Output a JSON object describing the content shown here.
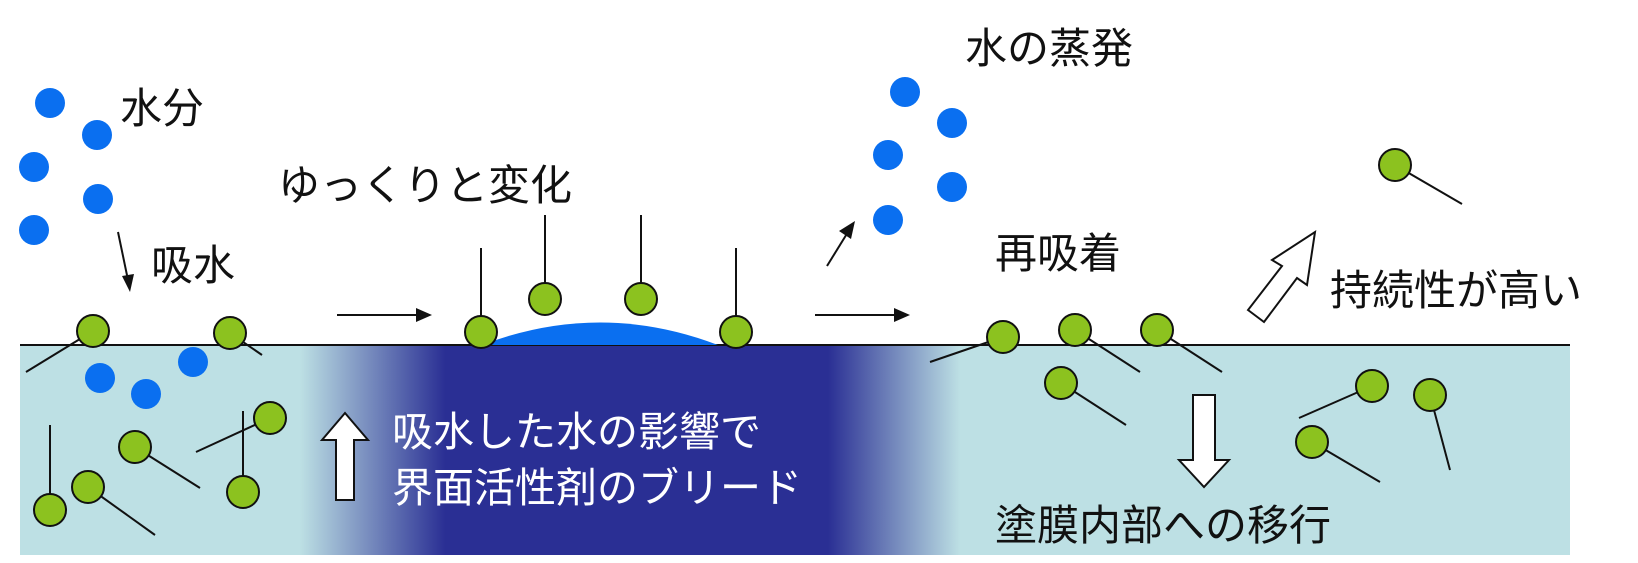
{
  "labels": {
    "water": "水分",
    "absorption": "吸水",
    "slow_change": "ゆっくりと変化",
    "evaporation": "水の蒸発",
    "readsorption": "再吸着",
    "high_durability": "持続性が高い",
    "migration": "塗膜内部への移行",
    "bleed_line1": "吸水した水の影響で",
    "bleed_line2": "界面活性剤のブリード"
  },
  "colors": {
    "film": "#bde0e4",
    "bleed_band": "#2a2f94",
    "water_drop": "#0a6ff0",
    "surfactant_head": "#8cc21f",
    "outline": "#111111",
    "arrow_fill": "#ffffff"
  },
  "icons": [
    "water-molecule",
    "surfactant-molecule",
    "up-arrow-icon",
    "down-arrow-icon",
    "diagonal-arrow-icon",
    "right-arrow-icon"
  ]
}
